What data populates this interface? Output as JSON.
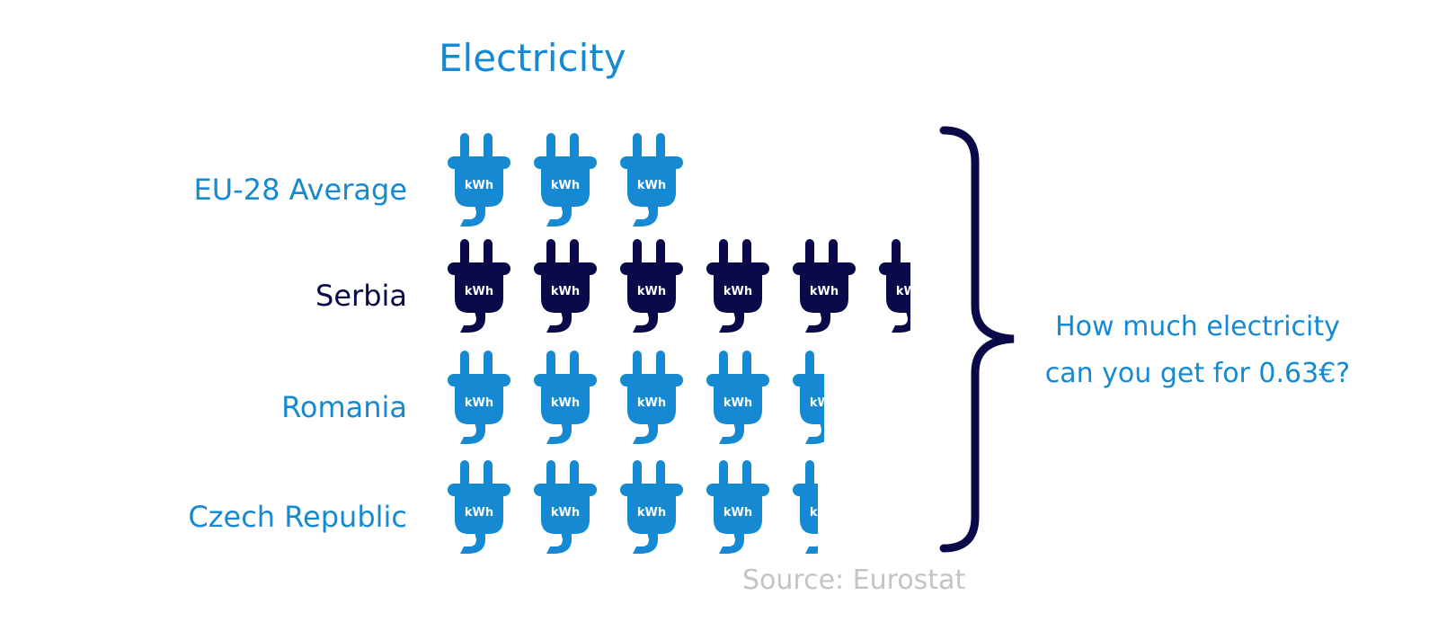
{
  "title": "Electricity",
  "icon_label": "kWh",
  "colors": {
    "default": "#1589d2",
    "highlight": "#0a0a4a",
    "source": "#c4c4c4"
  },
  "question": [
    "How much electricity",
    "can you get for 0.63€?"
  ],
  "source": "Source: Eurostat",
  "chart_data": {
    "type": "pictogram",
    "title": "Electricity",
    "unit": "kWh per 0.63€",
    "categories": [
      "EU-28 Average",
      "Serbia",
      "Romania",
      "Czech Republic"
    ],
    "values": [
      3,
      5.5,
      4.5,
      4.4
    ],
    "highlight": "Serbia"
  }
}
